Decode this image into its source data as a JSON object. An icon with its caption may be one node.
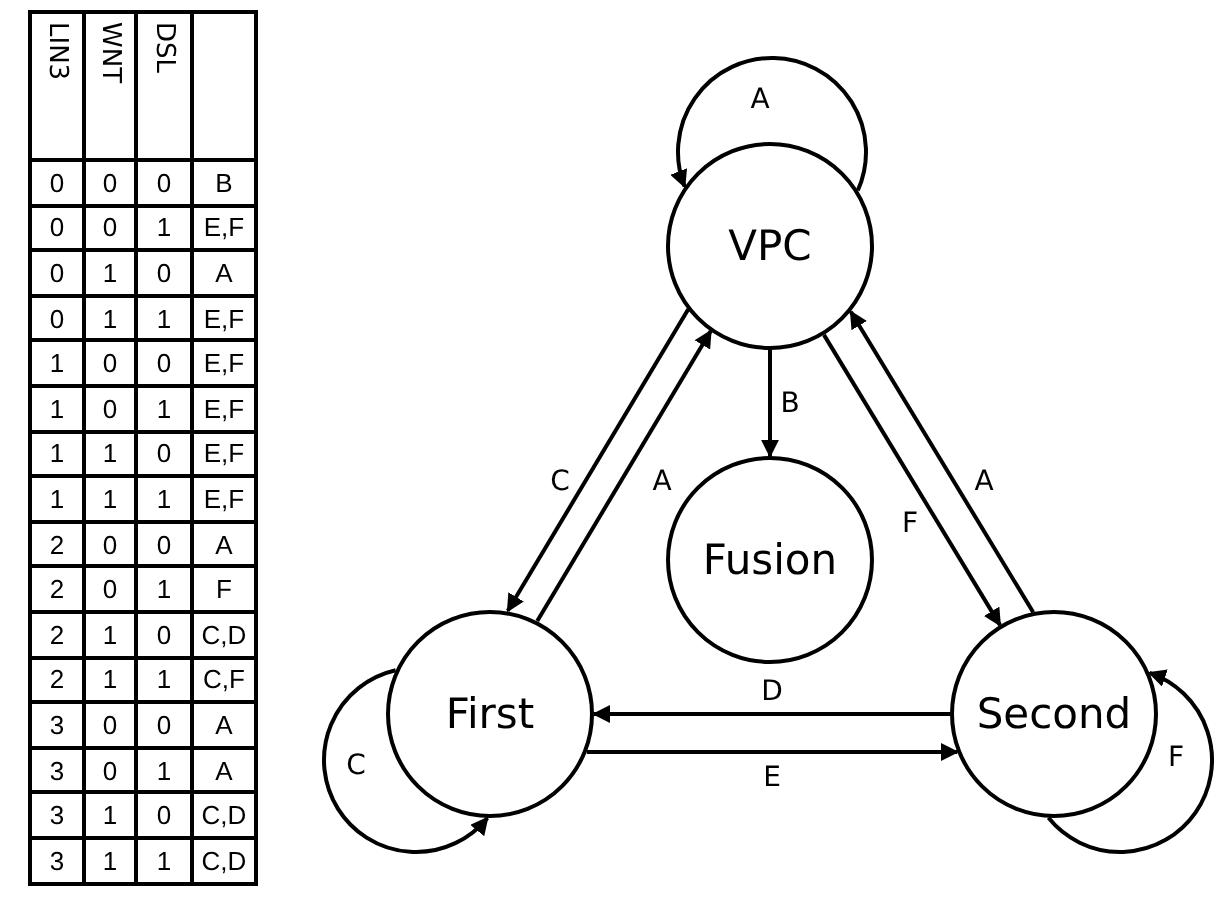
{
  "diagram": {
    "nodes": [
      {
        "text": [
          "VPC"
        ]
      },
      {
        "text": [
          "Fusion"
        ]
      },
      {
        "text": [
          "First"
        ]
      },
      {
        "text": [
          "Second"
        ]
      }
    ],
    "edges": [
      {
        "from": 0,
        "to": 0,
        "arrow": "to",
        "label": "A"
      },
      {
        "from": 0,
        "to": 1,
        "arrow": "to",
        "label": "B"
      },
      {
        "from": 0,
        "to": 2,
        "arrow": "to",
        "label": "C"
      },
      {
        "from": 2,
        "to": 0,
        "arrow": "to",
        "label": "A"
      },
      {
        "from": 0,
        "to": 3,
        "arrow": "to",
        "label": "F"
      },
      {
        "from": 3,
        "to": 0,
        "arrow": "to",
        "label": "A"
      },
      {
        "from": 3,
        "to": 2,
        "arrow": "to",
        "label": "D"
      },
      {
        "from": 2,
        "to": 3,
        "arrow": "to",
        "label": "E"
      },
      {
        "from": 2,
        "to": 2,
        "arrow": "to",
        "label": "C"
      },
      {
        "from": 3,
        "to": 3,
        "arrow": "to",
        "label": "F"
      }
    ],
    "labels": [
      "LIN3",
      "WNT",
      "DSL",
      "0",
      "0",
      "0",
      "B",
      "0",
      "0",
      "1",
      "E,F",
      "0",
      "1",
      "0",
      "A",
      "0",
      "1",
      "1",
      "E,F",
      "1",
      "0",
      "0",
      "E,F",
      "1",
      "0",
      "1",
      "E,F",
      "1",
      "1",
      "0",
      "E,F",
      "1",
      "1",
      "1",
      "E,F",
      "2",
      "0",
      "0",
      "A",
      "2",
      "0",
      "1",
      "F",
      "2",
      "1",
      "0",
      "C,D",
      "2",
      "1",
      "1",
      "C,F",
      "3",
      "0",
      "0",
      "A",
      "3",
      "0",
      "1",
      "A",
      "3",
      "1",
      "0",
      "C,D",
      "3",
      "1",
      "1",
      "C,D"
    ]
  }
}
